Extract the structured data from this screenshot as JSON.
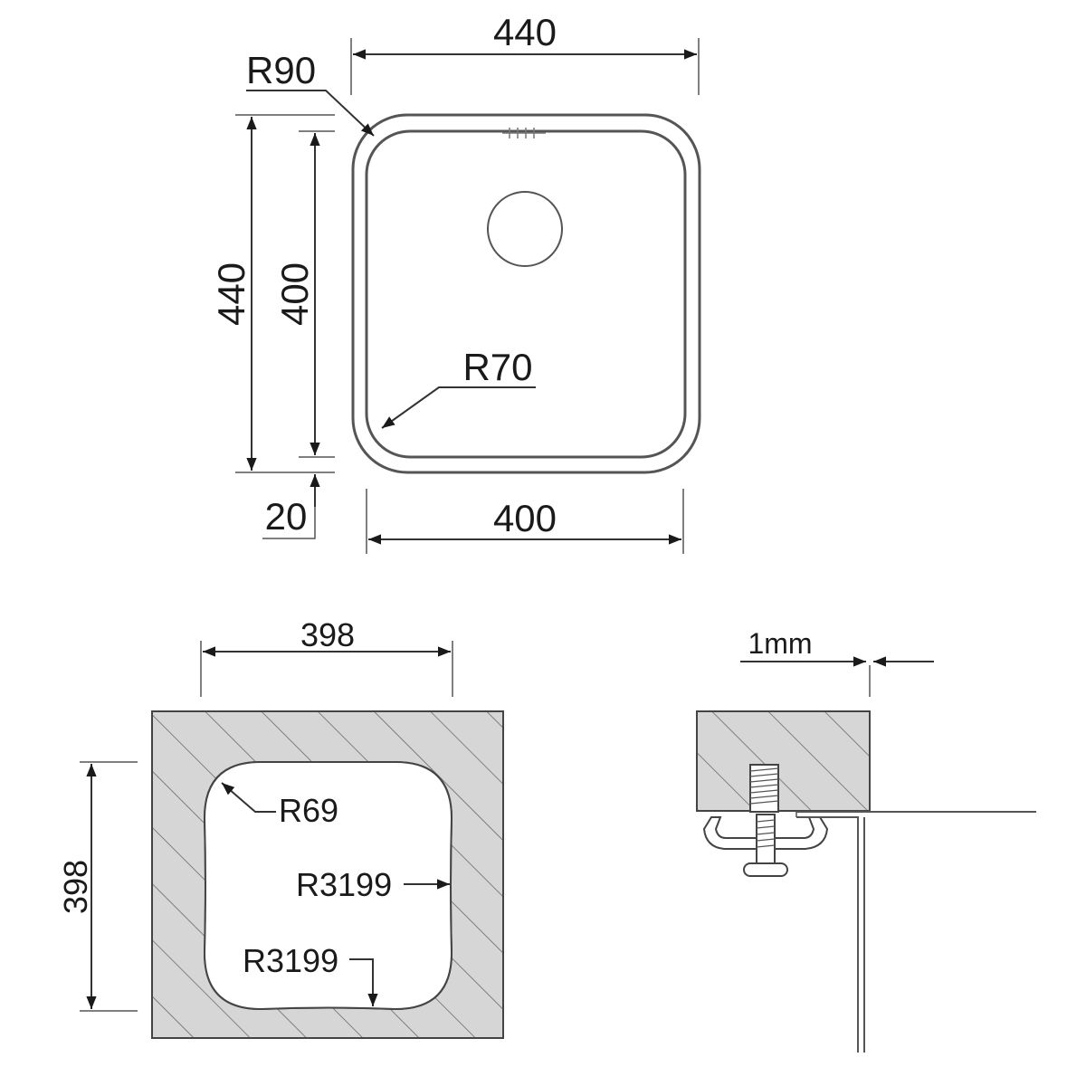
{
  "top_view": {
    "width_outer": "440",
    "height_outer": "440",
    "height_inner": "400",
    "width_inner": "400",
    "rim": "20",
    "radius_outer": "R90",
    "radius_inner": "R70"
  },
  "cutout_view": {
    "width": "398",
    "height": "398",
    "corner_radius": "R69",
    "side_radius_right": "R3199",
    "side_radius_bottom": "R3199"
  },
  "section_view": {
    "gap": "1mm"
  },
  "colors": {
    "hatch_fill": "#d6d6d6",
    "line": "#333333"
  }
}
